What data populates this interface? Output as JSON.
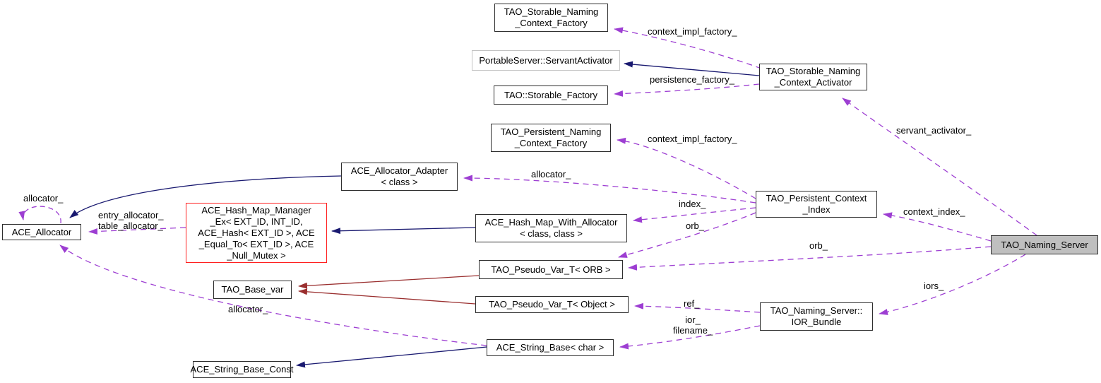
{
  "diagram": {
    "type": "class-collaboration-graph",
    "colors": {
      "background": "#ffffff",
      "member_edge": "#9d3ed2",
      "inheritance_edge": "#191970",
      "template_inheritance_edge": "#9a2f2f",
      "node_border": "#2e2e2e",
      "external_node_border": "#c3c3c3",
      "template_node_border": "#ff2020",
      "current_node_fill": "#bfbfbf"
    },
    "nodes": {
      "storable_naming_context_factory": {
        "label": "TAO_Storable_Naming\n_Context_Factory"
      },
      "portable_server_servant_activator": {
        "label": "PortableServer::ServantActivator"
      },
      "tao_storable_factory": {
        "label": "TAO::Storable_Factory"
      },
      "storable_naming_context_activator": {
        "label": "TAO_Storable_Naming\n_Context_Activator"
      },
      "persistent_naming_context_factory": {
        "label": "TAO_Persistent_Naming\n_Context_Factory"
      },
      "ace_allocator_adapter": {
        "label": "ACE_Allocator_Adapter\n< class >"
      },
      "ace_allocator": {
        "label": "ACE_Allocator"
      },
      "ace_hash_map_manager_ex": {
        "label": "ACE_Hash_Map_Manager\n_Ex< EXT_ID, INT_ID,\nACE_Hash< EXT_ID >, ACE\n_Equal_To< EXT_ID >, ACE\n_Null_Mutex >"
      },
      "ace_hash_map_with_allocator": {
        "label": "ACE_Hash_Map_With_Allocator\n< class, class >"
      },
      "tao_pseudo_var_orb": {
        "label": "TAO_Pseudo_Var_T< ORB >"
      },
      "tao_base_var": {
        "label": "TAO_Base_var"
      },
      "tao_pseudo_var_object": {
        "label": "TAO_Pseudo_Var_T< Object >"
      },
      "persistent_context_index": {
        "label": "TAO_Persistent_Context\n_Index"
      },
      "naming_server": {
        "label": "TAO_Naming_Server"
      },
      "ior_bundle": {
        "label": "TAO_Naming_Server::\nIOR_Bundle"
      },
      "ace_string_base_char": {
        "label": "ACE_String_Base< char >"
      },
      "ace_string_base_const": {
        "label": "ACE_String_Base_Const"
      }
    },
    "edge_labels": {
      "context_impl_factory_storable": "context_impl_factory_",
      "persistence_factory": "persistence_factory_",
      "servant_activator": "servant_activator_",
      "context_impl_factory_persistent": "context_impl_factory_",
      "allocator_adapter": "allocator_",
      "index": "index_",
      "orb_from_index": "orb_",
      "context_index": "context_index_",
      "orb_from_server": "orb_",
      "iors": "iors_",
      "ref": "ref_",
      "ior_filename": "ior_\nfilename_",
      "allocator_self": "allocator_",
      "entry_table_allocator": "entry_allocator_\ntable_allocator_",
      "allocator_string": "allocator_"
    }
  }
}
